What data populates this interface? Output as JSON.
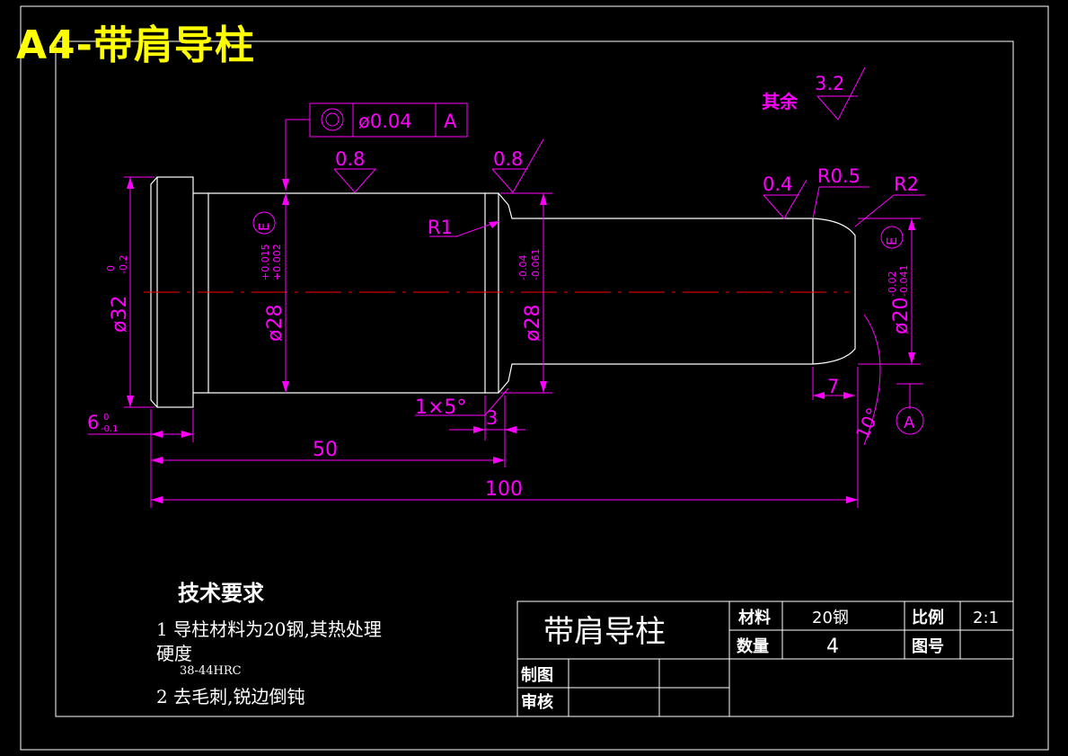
{
  "header": {
    "title": "A4-带肩导柱"
  },
  "roughness": {
    "other_label": "其余",
    "other_value": "3.2",
    "values": [
      "0.8",
      "0.8",
      "0.4"
    ]
  },
  "tolerance_frame": {
    "symbol": "◎",
    "value": "ø0.04",
    "datum": "A"
  },
  "radii": [
    "R0.5",
    "R2",
    "R1"
  ],
  "dimensions": {
    "d32": "ø32",
    "d32_upper": "0",
    "d32_lower": "-0.2",
    "d28a": "ø28",
    "d28a_upper": "+0.015",
    "d28a_lower": "+0.002",
    "d28b": "ø28",
    "d28b_upper": "-0.04",
    "d28b_lower": "-0.061",
    "d20": "ø20",
    "d20_upper": "-0.02",
    "d20_lower": "-0.041",
    "shoulder": "6",
    "shoulder_upper": "0",
    "shoulder_lower": "-0.1",
    "len50": "50",
    "len100": "100",
    "len3": "3",
    "len7": "7",
    "chamfer": "1×5°",
    "angle10": "10°",
    "envelope": "E"
  },
  "datum": {
    "label": "A"
  },
  "tech_req": {
    "title": "技术要求",
    "line1": "1 导柱材料为20钢,其热处理",
    "line1b": "硬度",
    "line1c": "38-44HRC",
    "line2": "2 去毛刺,锐边倒钝"
  },
  "title_block": {
    "part_name": "带肩导柱",
    "material_label": "材料",
    "material_value": "20钢",
    "scale_label": "比例",
    "scale_value": "2:1",
    "qty_label": "数量",
    "qty_value": "4",
    "drawing_no_label": "图号",
    "drawn_label": "制图",
    "checked_label": "审核"
  },
  "colors": {
    "outline": "#ffffff",
    "dimension": "#ff00ff",
    "centerline": "#ff0000",
    "title": "#ffff00"
  }
}
